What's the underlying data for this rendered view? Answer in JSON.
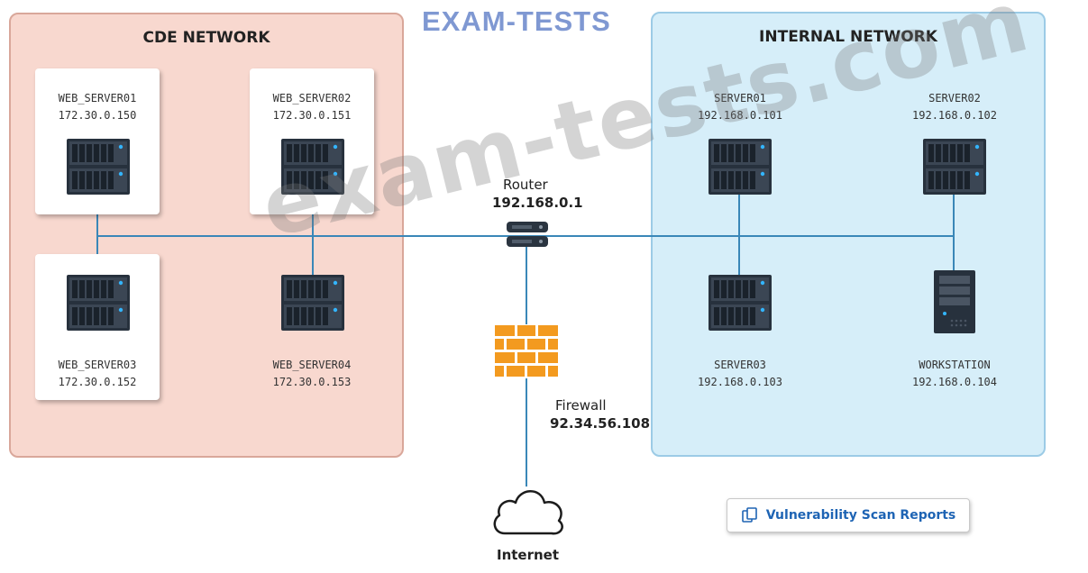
{
  "brand": "EXAM-TESTS",
  "watermark": "exam-tests.com",
  "zones": {
    "cde": {
      "title": "CDE NETWORK"
    },
    "internal": {
      "title": "INTERNAL NETWORK"
    }
  },
  "cde_servers": [
    {
      "name": "WEB_SERVER01",
      "ip": "172.30.0.150"
    },
    {
      "name": "WEB_SERVER02",
      "ip": "172.30.0.151"
    },
    {
      "name": "WEB_SERVER03",
      "ip": "172.30.0.152"
    },
    {
      "name": "WEB_SERVER04",
      "ip": "172.30.0.153"
    }
  ],
  "internal_hosts": [
    {
      "name": "SERVER01",
      "ip": "192.168.0.101"
    },
    {
      "name": "SERVER02",
      "ip": "192.168.0.102"
    },
    {
      "name": "SERVER03",
      "ip": "192.168.0.103"
    },
    {
      "name": "WORKSTATION",
      "ip": "192.168.0.104"
    }
  ],
  "router": {
    "label": "Router",
    "ip": "192.168.0.1"
  },
  "firewall": {
    "label": "Firewall",
    "ip": "92.34.56.108"
  },
  "internet": {
    "label": "Internet"
  },
  "report_button": {
    "label": "Vulnerability Scan Reports",
    "icon": "copy-icon"
  },
  "colors": {
    "cde_bg": "#f8d8cf",
    "internal_bg": "#d6eef9",
    "line": "#3a87b8",
    "firewall": "#f39a1f",
    "link": "#1e64b4"
  }
}
